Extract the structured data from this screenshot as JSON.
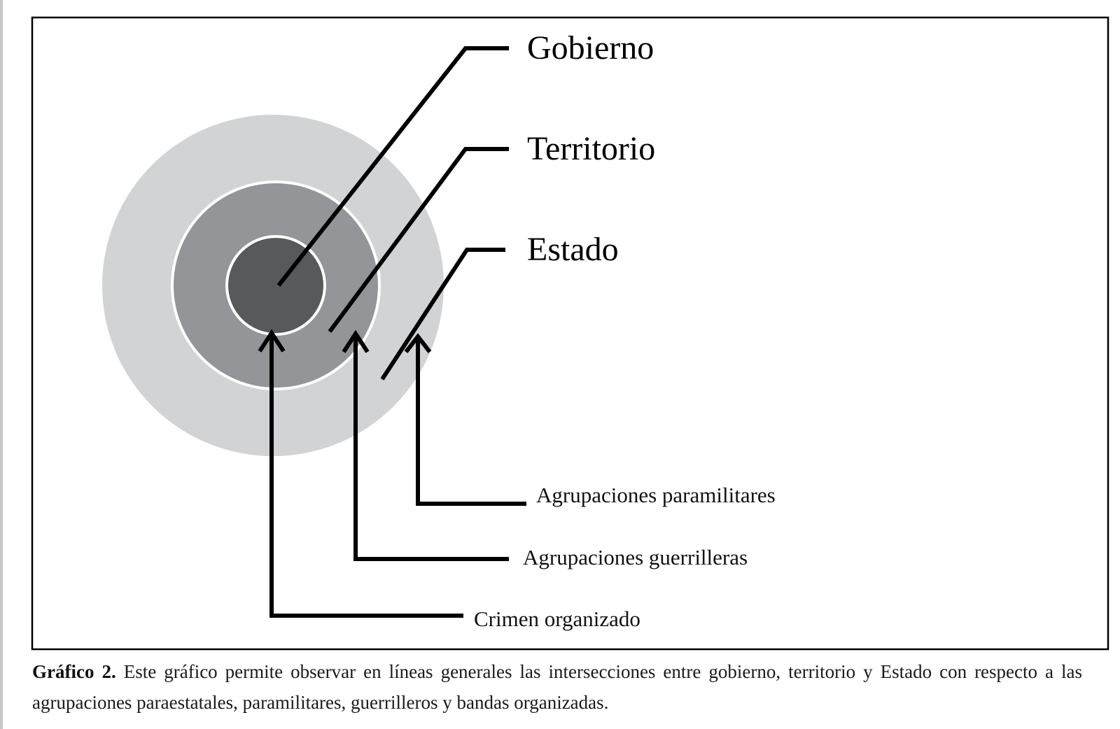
{
  "diagram": {
    "labels": {
      "gobierno": "Gobierno",
      "territorio": "Territorio",
      "estado": "Estado",
      "paramilitares": "Agrupaciones paramilitares",
      "guerrilleras": "Agrupaciones guerrilleras",
      "crimen": "Crimen organizado"
    },
    "colors": {
      "outer_ring": "#d2d3d5",
      "middle_ring": "#939598",
      "inner_core": "#58595b",
      "separator": "#ffffff",
      "lines": "#000000"
    }
  },
  "caption": {
    "title": "Gráfico 2.",
    "text": "Este gráfico permite observar en líneas generales las intersecciones entre gobierno, territorio y Estado con respecto a las agrupaciones paraestatales, paramilitares, guerrilleros y bandas organizadas."
  }
}
